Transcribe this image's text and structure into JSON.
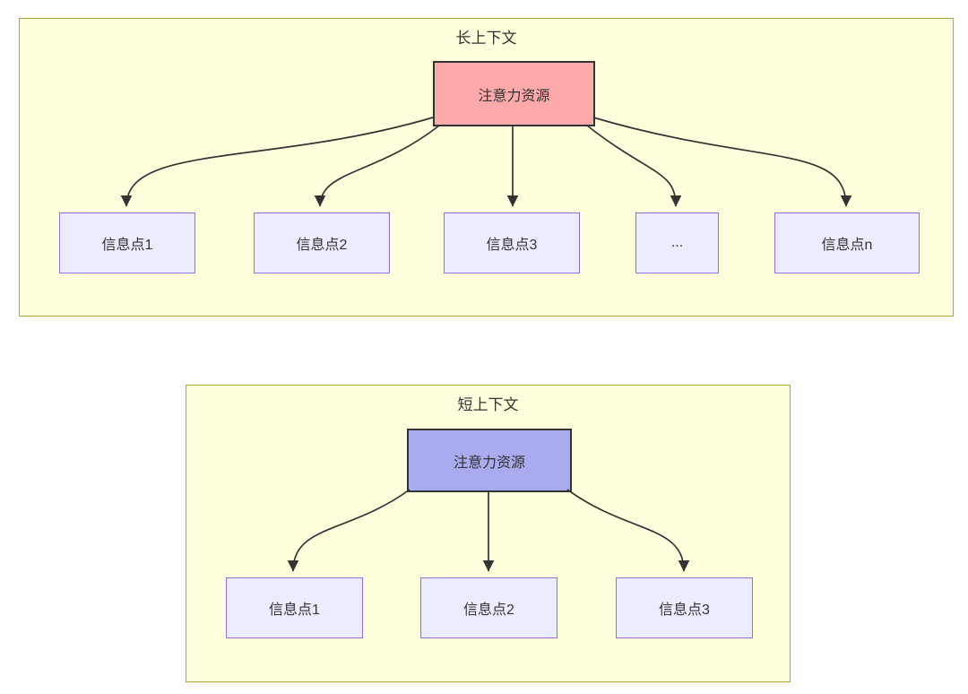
{
  "panels": [
    {
      "id": "long-context",
      "title": "长上下文",
      "source": "注意力资源",
      "source_fill": "#ffaaaa",
      "targets": [
        "信息点1",
        "信息点2",
        "信息点3",
        "...",
        "信息点n"
      ]
    },
    {
      "id": "short-context",
      "title": "短上下文",
      "source": "注意力资源",
      "source_fill": "#aaaaee",
      "targets": [
        "信息点1",
        "信息点2",
        "信息点3"
      ]
    }
  ],
  "colors": {
    "panel_fill": "#ffffde",
    "panel_border": "#aaaa33",
    "target_fill": "#ececff",
    "target_border": "#9370db",
    "source_border": "#333333",
    "edge": "#333333",
    "text": "#333333",
    "long_source_fill": "#ffaaaa",
    "short_source_fill": "#aaaaee"
  }
}
